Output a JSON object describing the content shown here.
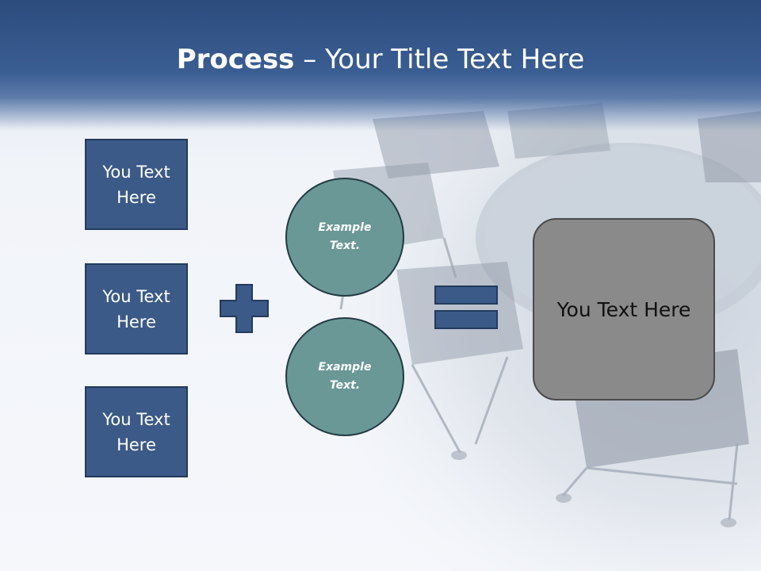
{
  "slide": {
    "title_bold": "Process",
    "title_rest": " – Your Title Text Here",
    "boxes": [
      {
        "label": "You Text Here"
      },
      {
        "label": "You Text Here"
      },
      {
        "label": "You Text Here"
      }
    ],
    "circles": [
      {
        "label": "Example Text."
      },
      {
        "label": "Example Text."
      }
    ],
    "result": {
      "label": "You Text Here"
    }
  },
  "colors": {
    "header": "#2c4c7d",
    "box_fill": "#3b5a87",
    "box_border": "#233a5d",
    "circle_fill": "#6a9896",
    "result_fill": "#8a8a8a"
  }
}
